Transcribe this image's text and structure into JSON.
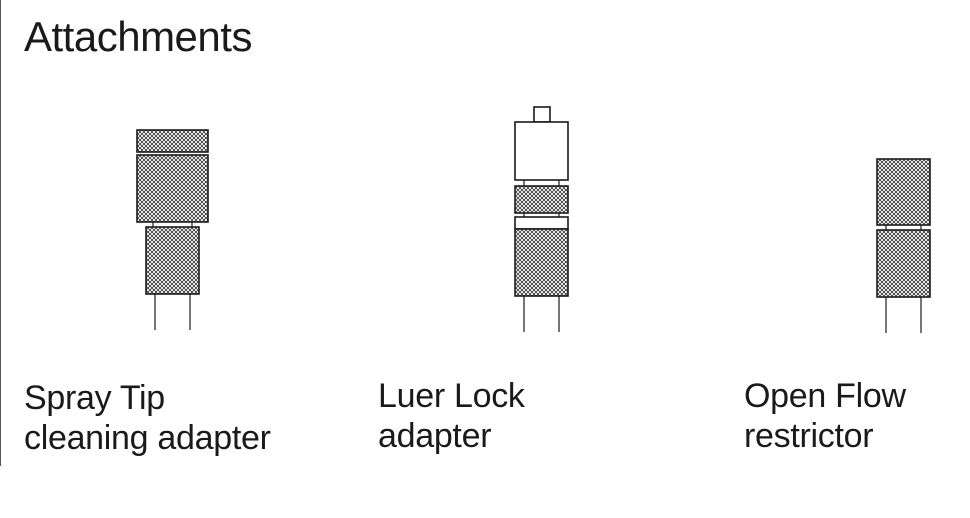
{
  "title": "Attachments",
  "attachments": [
    {
      "id": "spray-tip",
      "caption_lines": [
        "Spray Tip",
        "cleaning adapter"
      ]
    },
    {
      "id": "luer-lock",
      "caption_lines": [
        "Luer Lock",
        "adapter"
      ]
    },
    {
      "id": "open-flow",
      "caption_lines": [
        "Open Flow",
        "restrictor"
      ]
    }
  ],
  "colors": {
    "stroke": "#1a1a1a",
    "hatch": "#1a1a1a",
    "background": "#ffffff"
  }
}
